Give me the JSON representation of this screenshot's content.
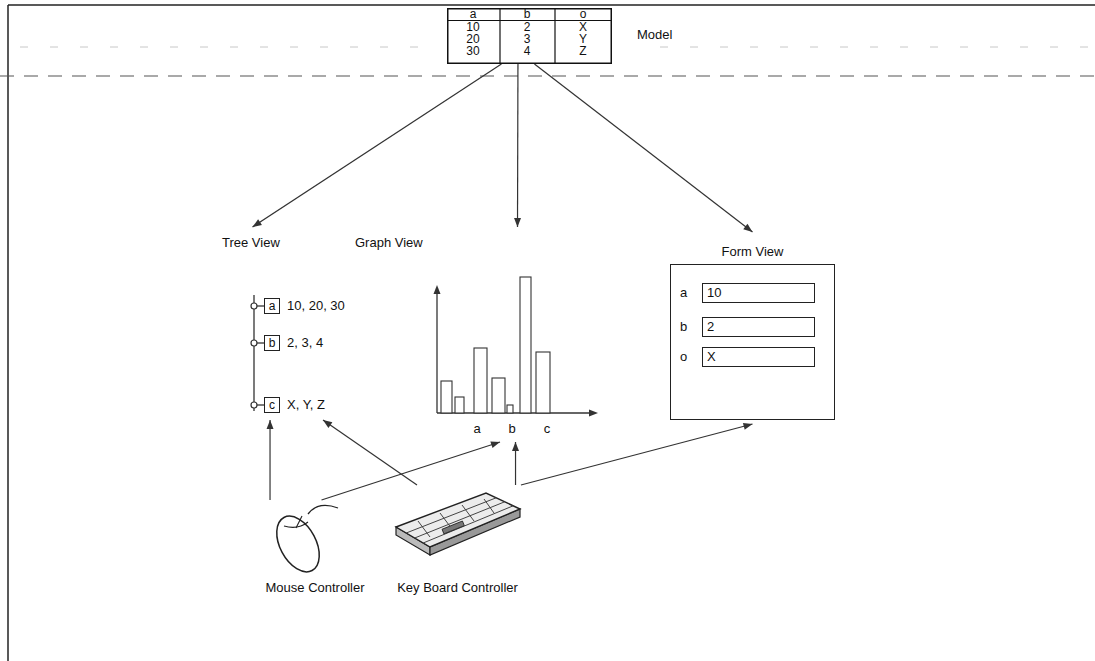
{
  "diagram": {
    "nodes": [
      {
        "text": [
          "Model"
        ]
      },
      {
        "text": [
          "Tree View"
        ]
      },
      {
        "text": [
          "a"
        ],
        "in": 1
      },
      {
        "text": [
          "b"
        ],
        "in": 1
      },
      {
        "text": [
          "c"
        ],
        "in": 1
      },
      {
        "text": [
          "Graph View"
        ]
      },
      {
        "text": [
          "Form View"
        ]
      },
      {
        "text": [
          "a",
          "10"
        ],
        "in": 6
      },
      {
        "text": [
          "b",
          "2"
        ],
        "in": 6
      },
      {
        "text": [
          "o",
          "X"
        ],
        "in": 6
      },
      {
        "text": [
          "Mouse Controller"
        ]
      },
      {
        "text": [
          "Key Board Controller"
        ]
      }
    ],
    "edges": [
      {
        "from": 0,
        "to": 1,
        "arrow": "to"
      },
      {
        "from": 0,
        "to": 5,
        "arrow": "to"
      },
      {
        "from": 0,
        "to": 6,
        "arrow": "to"
      },
      {
        "from": 10,
        "to": 1,
        "arrow": "to"
      },
      {
        "from": 10,
        "to": 5,
        "arrow": "to"
      },
      {
        "from": 11,
        "to": 1,
        "arrow": "to"
      },
      {
        "from": 11,
        "to": 5,
        "arrow": "to"
      },
      {
        "from": 11,
        "to": 6,
        "arrow": "to"
      }
    ],
    "labels": [
      "a",
      "b",
      "o",
      "10",
      "2",
      "X",
      "20",
      "3",
      "Y",
      "30",
      "4",
      "Z",
      "10, 20, 30",
      "2, 3, 4",
      "X, Y, Z",
      "a",
      "b",
      "c"
    ]
  }
}
